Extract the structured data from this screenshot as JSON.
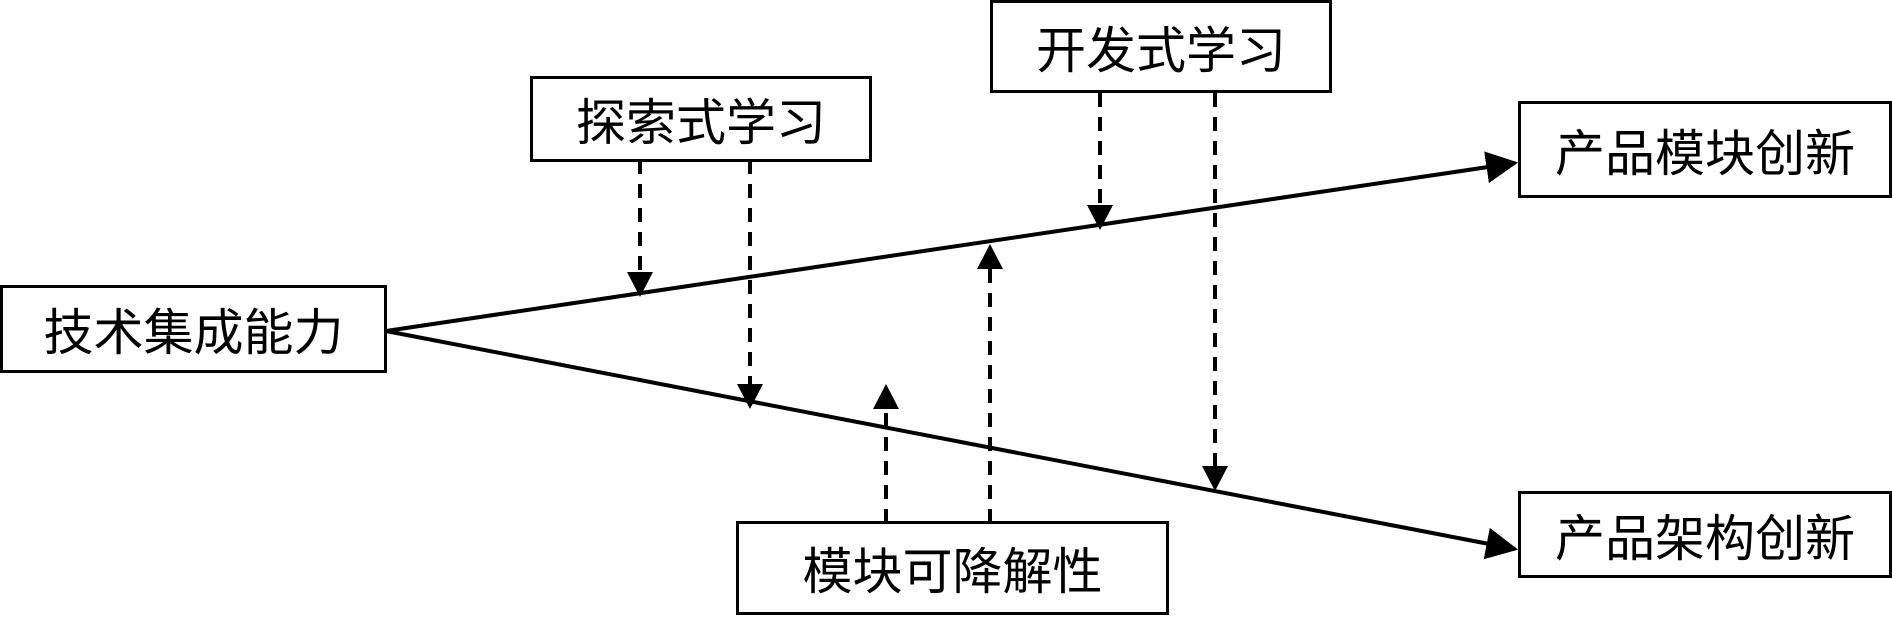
{
  "nodes": {
    "tech_integration": "技术集成能力",
    "exploratory_learning": "探索式学习",
    "exploitative_learning": "开发式学习",
    "product_module_innovation": "产品模块创新",
    "product_architecture_innovation": "产品架构创新",
    "module_decomposability": "模块可降解性"
  },
  "colors": {
    "line": "#000000",
    "background": "#ffffff"
  }
}
